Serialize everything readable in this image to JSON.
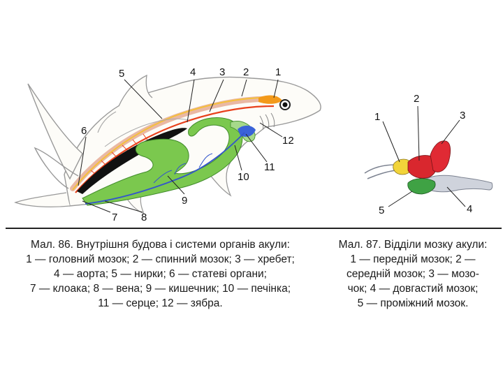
{
  "figure86": {
    "labels": [
      "1",
      "2",
      "3",
      "4",
      "5",
      "6",
      "7",
      "8",
      "9",
      "10",
      "11",
      "12"
    ],
    "caption_lines": [
      "Мал. 86. Внутрішня будова і системи органів акули:",
      "1 — головний мозок; 2 — спинний мозок; 3 — хребет;",
      "4 — аорта; 5 — нирки; 6 — статеві органи;",
      "7 — клоака; 8 — вена; 9 — кишечник; 10 — печінка;",
      "11 — серце; 12 — зябра."
    ]
  },
  "figure87": {
    "labels": [
      "1",
      "2",
      "3",
      "4",
      "5"
    ],
    "caption_lines": [
      "Мал. 87. Відділи мозку акули:",
      "1 — передній мозок; 2 —",
      "середній мозок; 3 — мозо-",
      "чок; 4 — довгастий мозок;",
      "5 — проміжний мозок."
    ]
  },
  "colors": {
    "brain_fore": "#f2d43a",
    "brain_mid": "#d9272e",
    "brain_cerebellum": "#e02a34",
    "brain_medulla": "#c9cdd6",
    "brain_diencephalon": "#3fa244",
    "intestine": "#6cc24a",
    "vein": "#3355cc",
    "aorta": "#e8401c",
    "kidney": "#111111"
  }
}
